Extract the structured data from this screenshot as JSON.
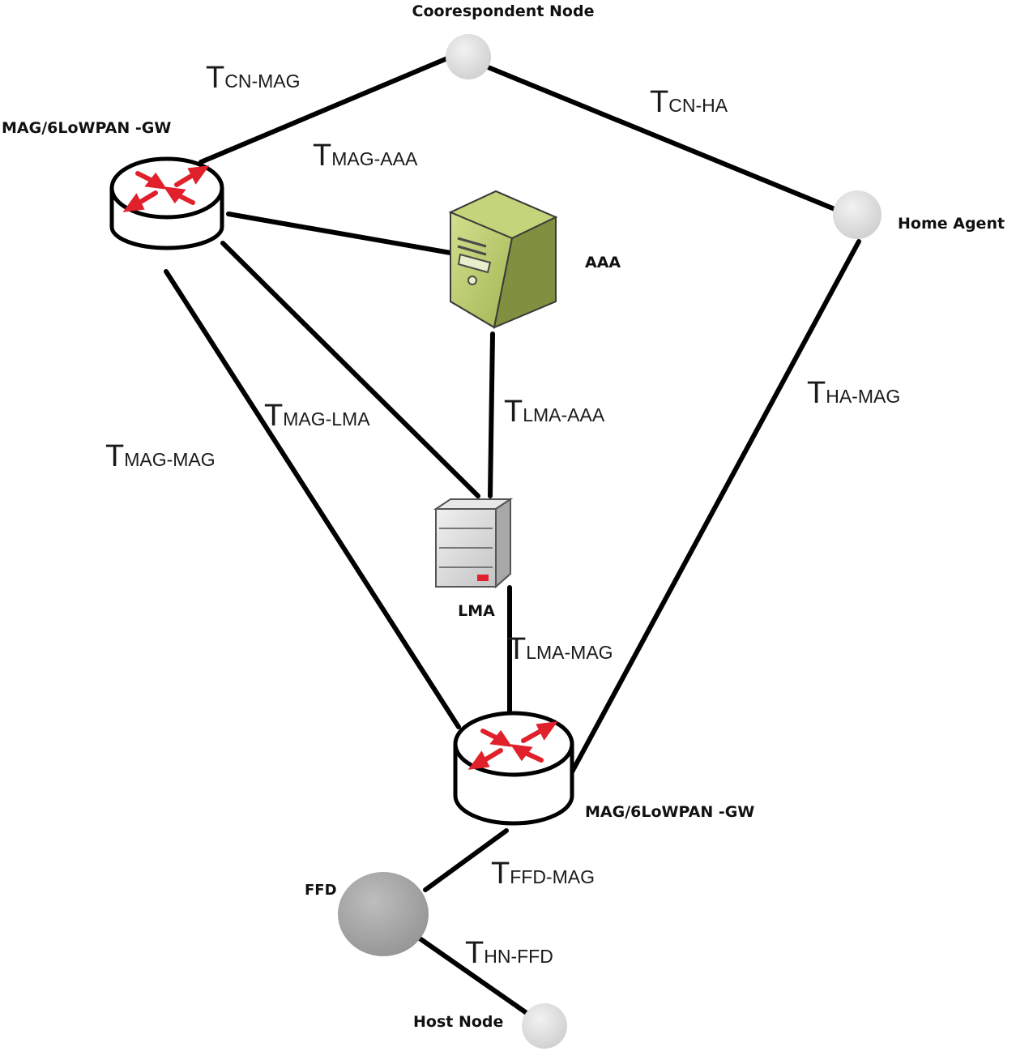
{
  "nodes": {
    "correspondent_node": {
      "label": "Coorespondent Node",
      "icon": "correspondent-node-icon"
    },
    "home_agent": {
      "label": "Home Agent",
      "icon": "home-agent-icon"
    },
    "mag_top": {
      "label": "MAG/6LoWPAN -GW",
      "icon": "router-icon"
    },
    "aaa": {
      "label": "AAA",
      "icon": "server-tower-icon"
    },
    "lma": {
      "label": "LMA",
      "icon": "server-icon"
    },
    "mag_bottom": {
      "label": "MAG/6LoWPAN -GW",
      "icon": "router-icon"
    },
    "ffd": {
      "label": "FFD",
      "icon": "ffd-node-icon"
    },
    "host_node": {
      "label": "Host Node",
      "icon": "host-node-icon"
    }
  },
  "links": {
    "cn_mag": {
      "prefix": "T",
      "subscript": "CN-MAG"
    },
    "cn_ha": {
      "prefix": "T",
      "subscript": "CN-HA"
    },
    "mag_aaa": {
      "prefix": "T",
      "subscript": "MAG-AAA"
    },
    "mag_lma": {
      "prefix": "T",
      "subscript": "MAG-LMA"
    },
    "mag_mag": {
      "prefix": "T",
      "subscript": "MAG-MAG"
    },
    "lma_aaa": {
      "prefix": "T",
      "subscript": "LMA-AAA"
    },
    "ha_mag": {
      "prefix": "T",
      "subscript": "HA-MAG"
    },
    "lma_mag": {
      "prefix": "T",
      "subscript": "LMA-MAG"
    },
    "ffd_mag": {
      "prefix": "T",
      "subscript": "FFD-MAG"
    },
    "hn_ffd": {
      "prefix": "T",
      "subscript": "HN-FFD"
    }
  },
  "colors": {
    "line": "#000000",
    "router_arrow": "#e0202a",
    "aaa_body": "#b5c86a",
    "lma_body": "#d9d9d9",
    "lma_led": "#e0202a",
    "node_light": "#dcdcdc",
    "node_ffd": "#a9a9a9"
  }
}
